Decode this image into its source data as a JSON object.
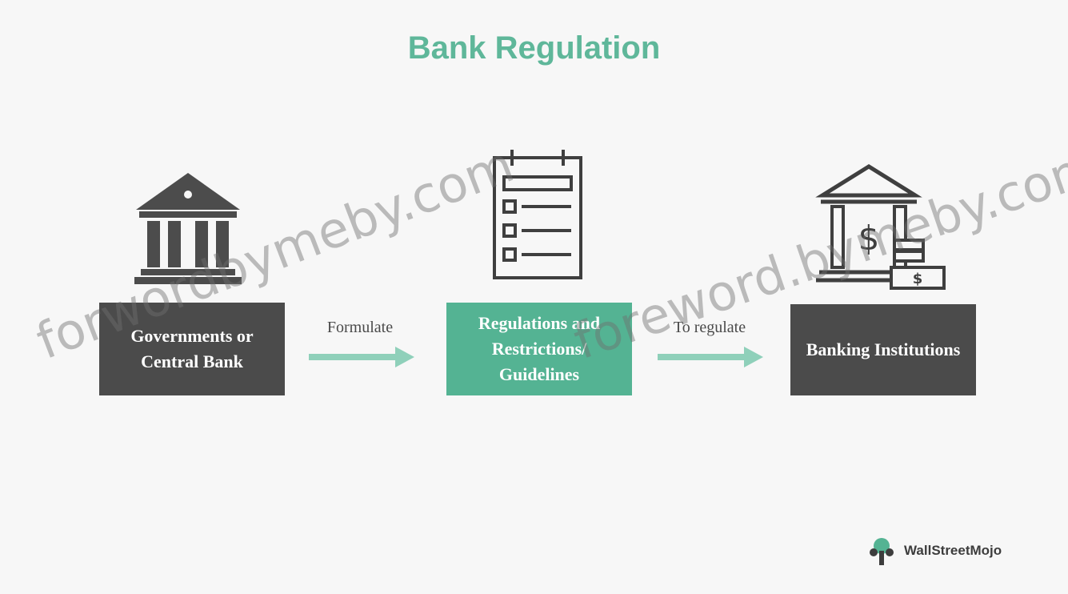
{
  "title": "Bank Regulation",
  "nodes": {
    "government": "Governments or Central Bank",
    "regulations": "Regulations and Restrictions/ Guidelines",
    "banking": "Banking Institutions"
  },
  "edges": {
    "formulate": "Formulate",
    "to_regulate": "To regulate"
  },
  "watermarks": [
    "forwordbymeby.com",
    "foreword.bymeby.com"
  ],
  "logo": {
    "text": "WallStreetMojo"
  },
  "colors": {
    "accent": "#5fb79a",
    "dark_box": "#4b4b4b",
    "green_box": "#54b393",
    "arrow": "#8fd0ba",
    "icon": "#3f3f3f",
    "background": "#f7f7f7"
  }
}
